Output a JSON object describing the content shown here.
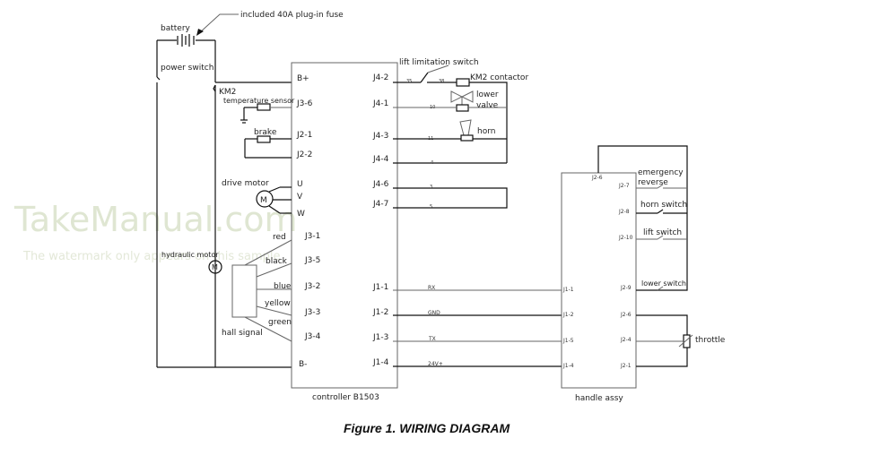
{
  "watermark": {
    "brand": "TakeManual.com",
    "notice": "The watermark only appears on this sample"
  },
  "caption": "Figure 1. WIRING DIAGRAM",
  "power": {
    "battery_label": "battery",
    "fuse_note": "included 40A plug-in fuse",
    "power_switch_label": "power switch",
    "km2_label": "KM2"
  },
  "controller": {
    "label": "controller B1503",
    "left_pins": [
      "B+",
      "J3-6",
      "J2-1",
      "J2-2",
      "U",
      "V",
      "W",
      "J3-1",
      "J3-5",
      "J3-2",
      "J3-3",
      "J3-4",
      "B-"
    ],
    "right_pins": [
      "J4-2",
      "J4-1",
      "J4-3",
      "J4-4",
      "J4-6",
      "J4-7",
      "J1-1",
      "J1-2",
      "J1-3",
      "J1-4"
    ]
  },
  "left_components": {
    "temperature_sensor": "temperature sensor",
    "brake": "brake",
    "drive_motor": "drive motor",
    "motor_symbol": "M",
    "hydraulic_motor": "hydraulic motor",
    "hall_signal": "hall signal",
    "hall_wires": [
      "red",
      "black",
      "blue",
      "yellow",
      "green"
    ]
  },
  "right_components": {
    "lift_limitation_switch": "lift limitation switch",
    "km2_contactor": "KM2 contactor",
    "lower_valve_line1": "lower",
    "lower_valve_line2": "valve",
    "horn": "horn",
    "wire_numbers": [
      "35",
      "38",
      "10",
      "11",
      "4",
      "3",
      "5"
    ]
  },
  "comm_lines": [
    "RX",
    "GND",
    "TX",
    "24V+"
  ],
  "handle": {
    "label": "handle assy",
    "left_pins": [
      "J1-1",
      "J1-2",
      "J1-5",
      "J1-4"
    ],
    "right_pins": [
      "J2-6",
      "J2-7",
      "J2-8",
      "J2-10",
      "J2-9",
      "J2-6",
      "J2-4",
      "J2-1"
    ],
    "switches": {
      "emergency_line1": "emergency",
      "emergency_line2": "reverse",
      "horn_switch": "horn switch",
      "lift_switch": "lift switch",
      "lower_switch": "lower switch",
      "throttle": "throttle"
    }
  }
}
